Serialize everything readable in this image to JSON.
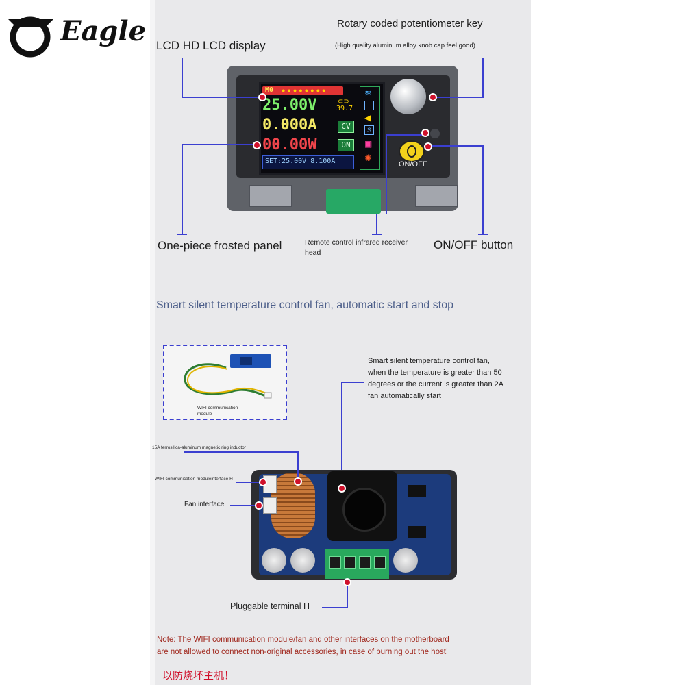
{
  "brand": {
    "name": "Eagle"
  },
  "labels": {
    "rotary_title": "Rotary coded potentiometer key",
    "rotary_sub": "(High quality aluminum alloy knob cap feel good)",
    "lcd_display": "LCD HD LCD display",
    "frosted_panel": "One-piece frosted panel",
    "remote_ir": "Remote control infrared receiver head",
    "onoff_button": "ON/OFF button",
    "fan_heading": "Smart silent temperature control fan, automatic start and stop",
    "fan_desc_1": "Smart silent temperature control fan,",
    "fan_desc_2": "when the temperature is greater than 50",
    "fan_desc_3": "degrees or the current is greater than 2A",
    "fan_desc_4": "fan automatically start",
    "wifi_module": "WIFI communication module",
    "inductor": "15A ferrosilica-aluminum magnetic ring inductor",
    "wifi_interface": "WIFI communication moduleinterface H",
    "fan_interface": "Fan interface",
    "pluggable_terminal": "Pluggable terminal H",
    "note_1": "Note: The WIFI communication module/fan and other interfaces on the motherboard",
    "note_2": "are not allowed to connect non-original accessories, in case of burning out the host!",
    "chinese_note": "以防烧坏主机！"
  },
  "lcd": {
    "mode": "M0",
    "voltage": "25.00V",
    "current": "0.000A",
    "power": "00.00W",
    "temperature": "39.7",
    "cv": "CV",
    "on": "ON",
    "set": "SET:25.00V 8.100A"
  },
  "device": {
    "onoff_label": "ON/OFF"
  },
  "colors": {
    "panel_bg": "#e9e9eb",
    "callout_line": "#3b3fd0",
    "callout_dot": "#d0112b",
    "heading_blue": "#4d5f8a",
    "note_red": "#a12a20",
    "lcd_green": "#7ef06b",
    "lcd_yellow": "#f3e866",
    "lcd_red": "#f0454b"
  }
}
